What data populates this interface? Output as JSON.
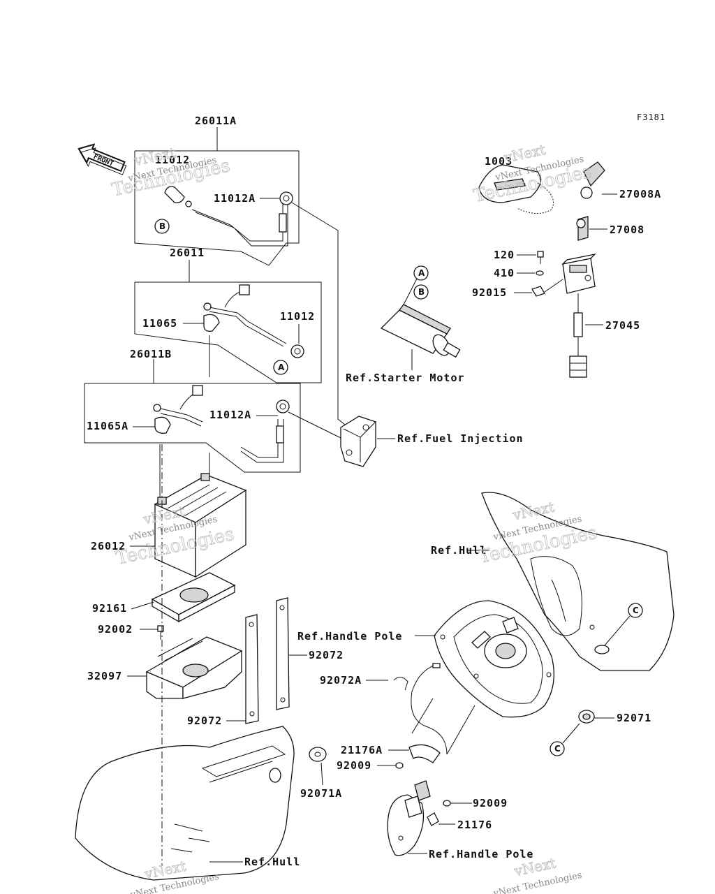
{
  "figure_code": "F3181",
  "front_label": "FRONT",
  "watermark": {
    "line1": "vNext",
    "line2": "Technologies",
    "full": "vNext Technologies"
  },
  "parts": {
    "p26011A": "26011A",
    "p11012_top": "11012",
    "p11012A_top": "11012A",
    "p26011": "26011",
    "p11065": "11065",
    "p11012_mid": "11012",
    "p26011B": "26011B",
    "p11065A": "11065A",
    "p11012A_mid": "11012A",
    "p26012": "26012",
    "p92161": "92161",
    "p92002": "92002",
    "p32097": "32097",
    "p92072_right": "92072",
    "p92072_left": "92072",
    "p92071A": "92071A",
    "p1003": "1003",
    "p27008A": "27008A",
    "p27008": "27008",
    "p120": "120",
    "p410": "410",
    "p92015": "92015",
    "p27045": "27045",
    "p92072A": "92072A",
    "p21176A": "21176A",
    "p92009_a": "92009",
    "p92009_b": "92009",
    "p21176": "21176",
    "p92071": "92071"
  },
  "refs": {
    "starter_motor": "Ref.Starter Motor",
    "fuel_injection": "Ref.Fuel Injection",
    "hull_right": "Ref.Hull",
    "handle_pole_upper": "Ref.Handle Pole",
    "handle_pole_lower": "Ref.Handle Pole",
    "hull_bottom": "Ref.Hull"
  },
  "markers": {
    "A": "A",
    "B": "B",
    "C": "C"
  }
}
